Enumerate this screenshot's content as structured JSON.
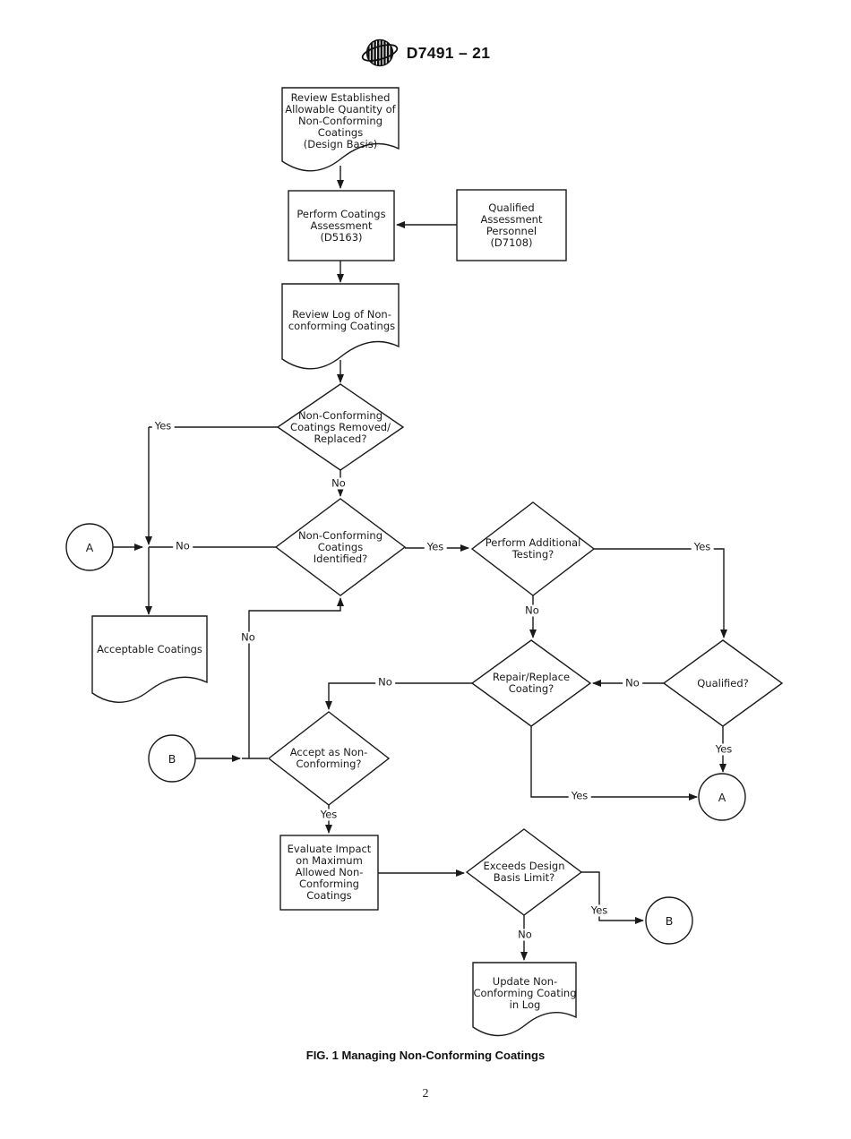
{
  "header": {
    "standard_code": "D7491 – 21",
    "logo": "astm-logo"
  },
  "flowchart": {
    "nodes": {
      "review_established": "Review Established\nAllowable Quantity of\nNon-Conforming\nCoatings\n(Design Basis)",
      "perform_assessment": "Perform Coatings\nAssessment\n(D5163)",
      "qualified_personnel": "Qualified\nAssessment\nPersonnel\n(D7108)",
      "review_log": "Review Log of Non-\nconforming Coatings",
      "removed_replaced": "Non-Conforming\nCoatings Removed/\nReplaced?",
      "identified": "Non-Conforming\nCoatings\nIdentified?",
      "additional_testing": "Perform Additional\nTesting?",
      "acceptable_coatings": "Acceptable Coatings",
      "repair_replace": "Repair/Replace\nCoating?",
      "qualified": "Qualified?",
      "accept_non_conforming": "Accept as Non-\nConforming?",
      "evaluate_impact": "Evaluate Impact\non Maximum\nAllowed Non-\nConforming\nCoatings",
      "exceeds_limit": "Exceeds Design\nBasis Limit?",
      "update_log": "Update Non-\nConforming Coating\nin Log",
      "connector_a_left": "A",
      "connector_b_left": "B",
      "connector_a_right": "A",
      "connector_b_right": "B"
    },
    "labels": {
      "removed_yes": "Yes",
      "removed_no": "No",
      "identified_no": "No",
      "identified_yes": "Yes",
      "testing_yes": "Yes",
      "testing_no": "No",
      "qualified_no": "No",
      "qualified_yes": "Yes",
      "repair_no": "No",
      "repair_yes": "Yes",
      "accept_no": "No",
      "accept_yes": "Yes",
      "exceeds_yes": "Yes",
      "exceeds_no": "No"
    }
  },
  "footer": {
    "figure_caption": "FIG. 1 Managing Non-Conforming Coatings",
    "page_number": "2"
  }
}
